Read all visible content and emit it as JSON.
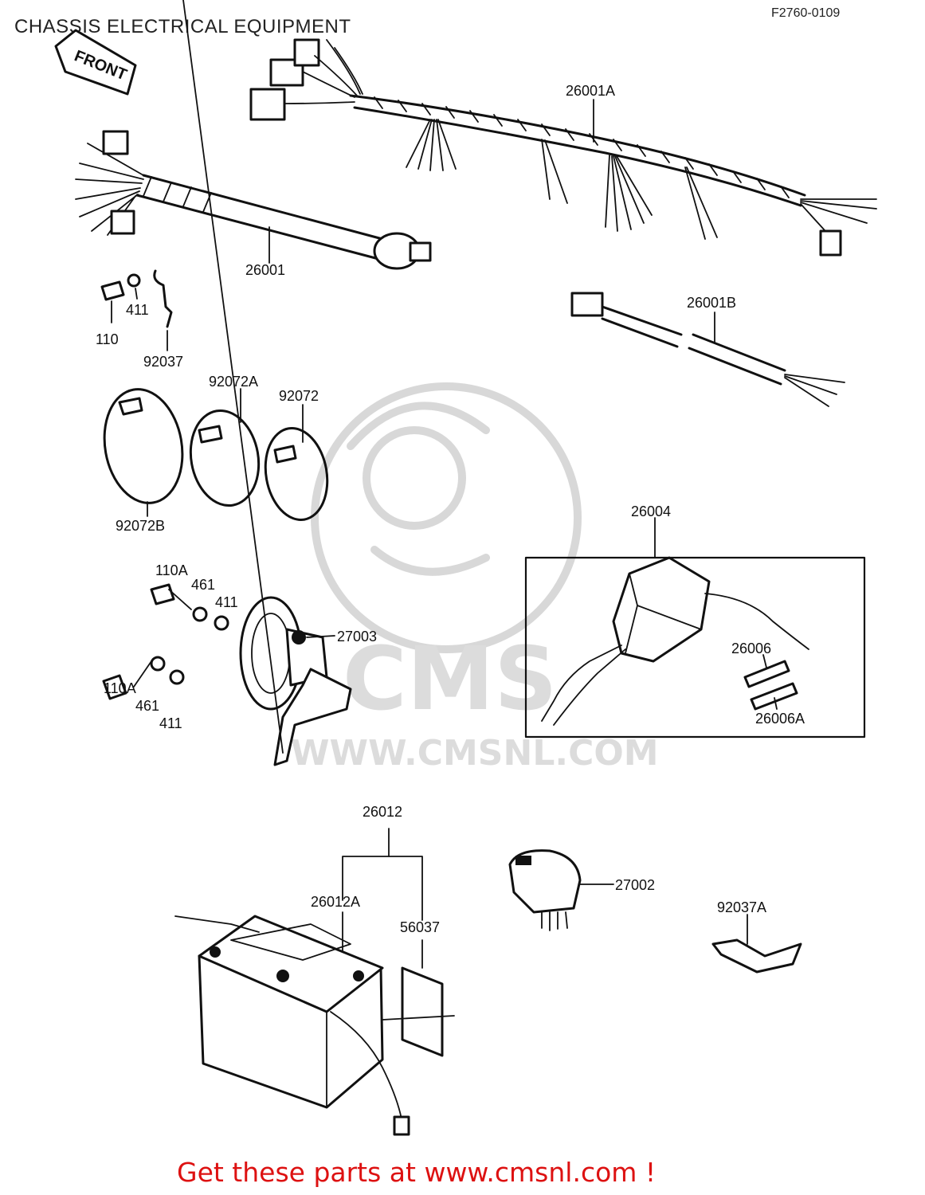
{
  "header": {
    "title": "CHASSIS ELECTRICAL EQUIPMENT",
    "figure_code": "F2760-0109"
  },
  "direction_label": "FRONT",
  "watermark": {
    "brand": "CMS",
    "url": "WWW.CMSNL.COM"
  },
  "callouts": {
    "p26001A": "26001A",
    "p26001": "26001",
    "p26001B": "26001B",
    "p411_top": "411",
    "p110_top": "110",
    "p92037": "92037",
    "p92072A": "92072A",
    "p92072": "92072",
    "p92072B": "92072B",
    "p110A_a": "110A",
    "p461_a": "461",
    "p411_a": "411",
    "p27003": "27003",
    "p110A_b": "110A",
    "p461_b": "461",
    "p411_b": "411",
    "p26004": "26004",
    "p26006": "26006",
    "p26006A": "26006A",
    "p26012": "26012",
    "p26012A": "26012A",
    "p56037": "56037",
    "p27002": "27002",
    "p92037A": "92037A"
  },
  "footer": {
    "cta": "Get these parts at www.cmsnl.com !"
  },
  "colors": {
    "line": "#111111",
    "background": "#ffffff",
    "watermark": "#d8d8d8",
    "cta": "#dd1111"
  }
}
